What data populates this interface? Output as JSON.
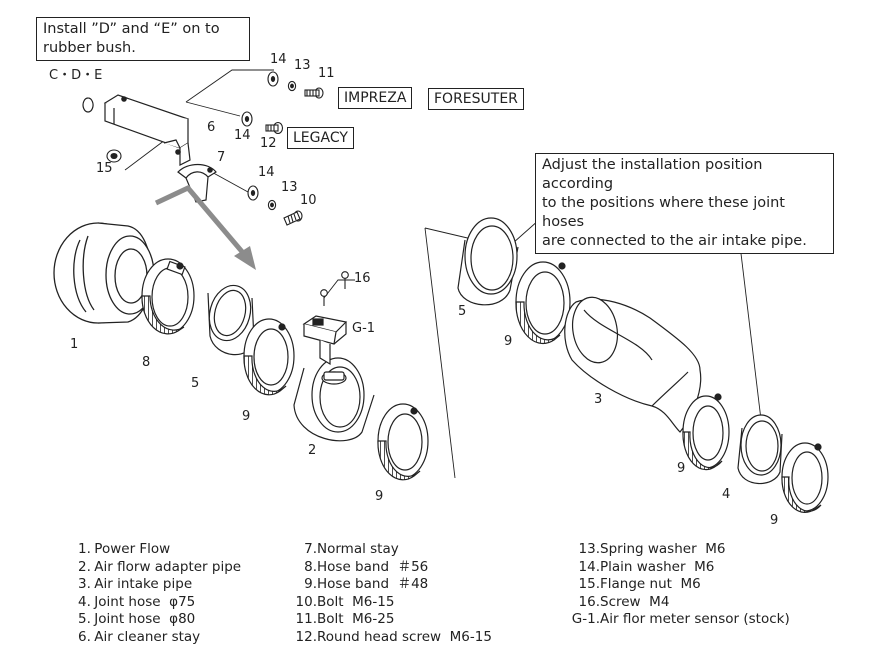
{
  "notes": {
    "bush": "Install ”D” and “E” on to rubber bush.",
    "bush_line1": "Install ”D” and “E” on to",
    "bush_line2": "rubber bush.",
    "cde": "C・D・E",
    "adjust_line1": "Adjust the installation position according",
    "adjust_line2": "to the positions where these joint hoses",
    "adjust_line3": "are connected to the air intake pipe."
  },
  "tags": {
    "impreza": "IMPREZA",
    "foresuter": "FORESUTER",
    "legacy": "LEGACY"
  },
  "callouts": {
    "c1": "1",
    "c2": "2",
    "c3": "3",
    "c4": "4",
    "c5a": "5",
    "c5b": "5",
    "c6": "6",
    "c7": "7",
    "c8": "8",
    "c9a": "9",
    "c9b": "9",
    "c9c": "9",
    "c9d": "9",
    "c9e": "9",
    "c10": "10",
    "c11": "11",
    "c12": "12",
    "c13a": "13",
    "c13b": "13",
    "c14a": "14",
    "c14b": "14",
    "c14c": "14",
    "c15": "15",
    "c16": "16",
    "cg1": "G-1"
  },
  "legend": {
    "col1": [
      {
        "n": "1.",
        "t": "Power Flow"
      },
      {
        "n": "2.",
        "t": "Air florw adapter pipe"
      },
      {
        "n": "3.",
        "t": "Air intake pipe"
      },
      {
        "n": "4.",
        "t": "Joint hose  φ75"
      },
      {
        "n": "5.",
        "t": "Joint hose  φ80"
      },
      {
        "n": "6.",
        "t": "Air cleaner stay"
      }
    ],
    "col2": [
      {
        "n": "7.",
        "t": "Normal stay"
      },
      {
        "n": "8.",
        "t": "Hose band  ＃56"
      },
      {
        "n": "9.",
        "t": "Hose band  ＃48"
      },
      {
        "n": "10.",
        "t": "Bolt  M6-15"
      },
      {
        "n": "11.",
        "t": "Bolt  M6-25"
      },
      {
        "n": "12.",
        "t": "Round head screw  M6-15"
      }
    ],
    "col3": [
      {
        "n": "13.",
        "t": "Spring washer  M6"
      },
      {
        "n": "14.",
        "t": "Plain washer  M6"
      },
      {
        "n": "15.",
        "t": "Flange nut  M6"
      },
      {
        "n": "16.",
        "t": "Screw  M4"
      },
      {
        "n": "G-1.",
        "t": "Air flor meter sensor (stock)"
      }
    ]
  },
  "colors": {
    "line": "#222222",
    "arrow": "#8c8c8c",
    "fill": "#ffffff"
  }
}
